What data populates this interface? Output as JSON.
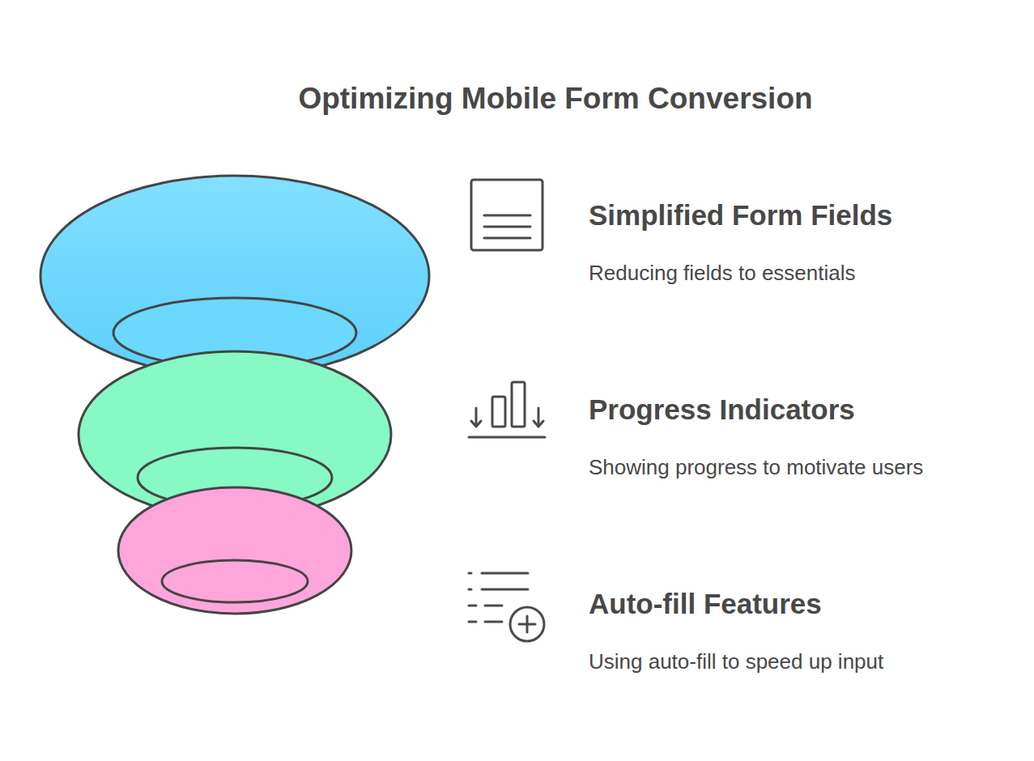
{
  "diagram": {
    "title": "Optimizing Mobile Form Conversion",
    "labels": [
      "Simplified Form Fields",
      "Reducing fields to essentials",
      "Progress Indicators",
      "Showing progress to motivate users",
      "Auto-fill Features",
      "Using auto-fill to speed up input"
    ]
  }
}
